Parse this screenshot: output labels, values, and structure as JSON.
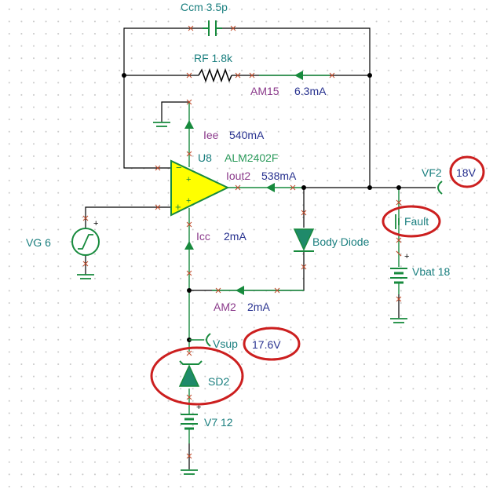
{
  "colors": {
    "wire": "#000000",
    "component": "#178a3d",
    "teal_label": "#1a7f7f",
    "purple_label": "#8b3a8b",
    "meter_value": "#27318f",
    "opamp_fill": "#ffff00",
    "highlight": "#cc1f1f",
    "diode_fill": "#1f8a6a"
  },
  "components": {
    "ccm": "Ccm 3.5p",
    "rf": "RF 1.8k",
    "am15": {
      "name": "AM15",
      "value": "6.3mA"
    },
    "iee": {
      "name": "Iee",
      "value": "540mA"
    },
    "u8": {
      "name": "U8",
      "part": "ALM2402F"
    },
    "iout2": {
      "name": "Iout2",
      "value": "538mA"
    },
    "vf2": {
      "name": "VF2",
      "value": "18V"
    },
    "fault": "Fault",
    "vg": "VG 6",
    "icc": {
      "name": "Icc",
      "value": "2mA"
    },
    "body_diode": "Body Diode",
    "vbat": "Vbat 18",
    "am2": {
      "name": "AM2",
      "value": "2mA"
    },
    "vsup": {
      "name": "Vsup",
      "value": "17.6V"
    },
    "sd2": "SD2",
    "v7": "V7 12"
  },
  "symbols": {
    "opamp_minus": "−",
    "opamp_plus": "+",
    "polarity_plus": "+"
  }
}
